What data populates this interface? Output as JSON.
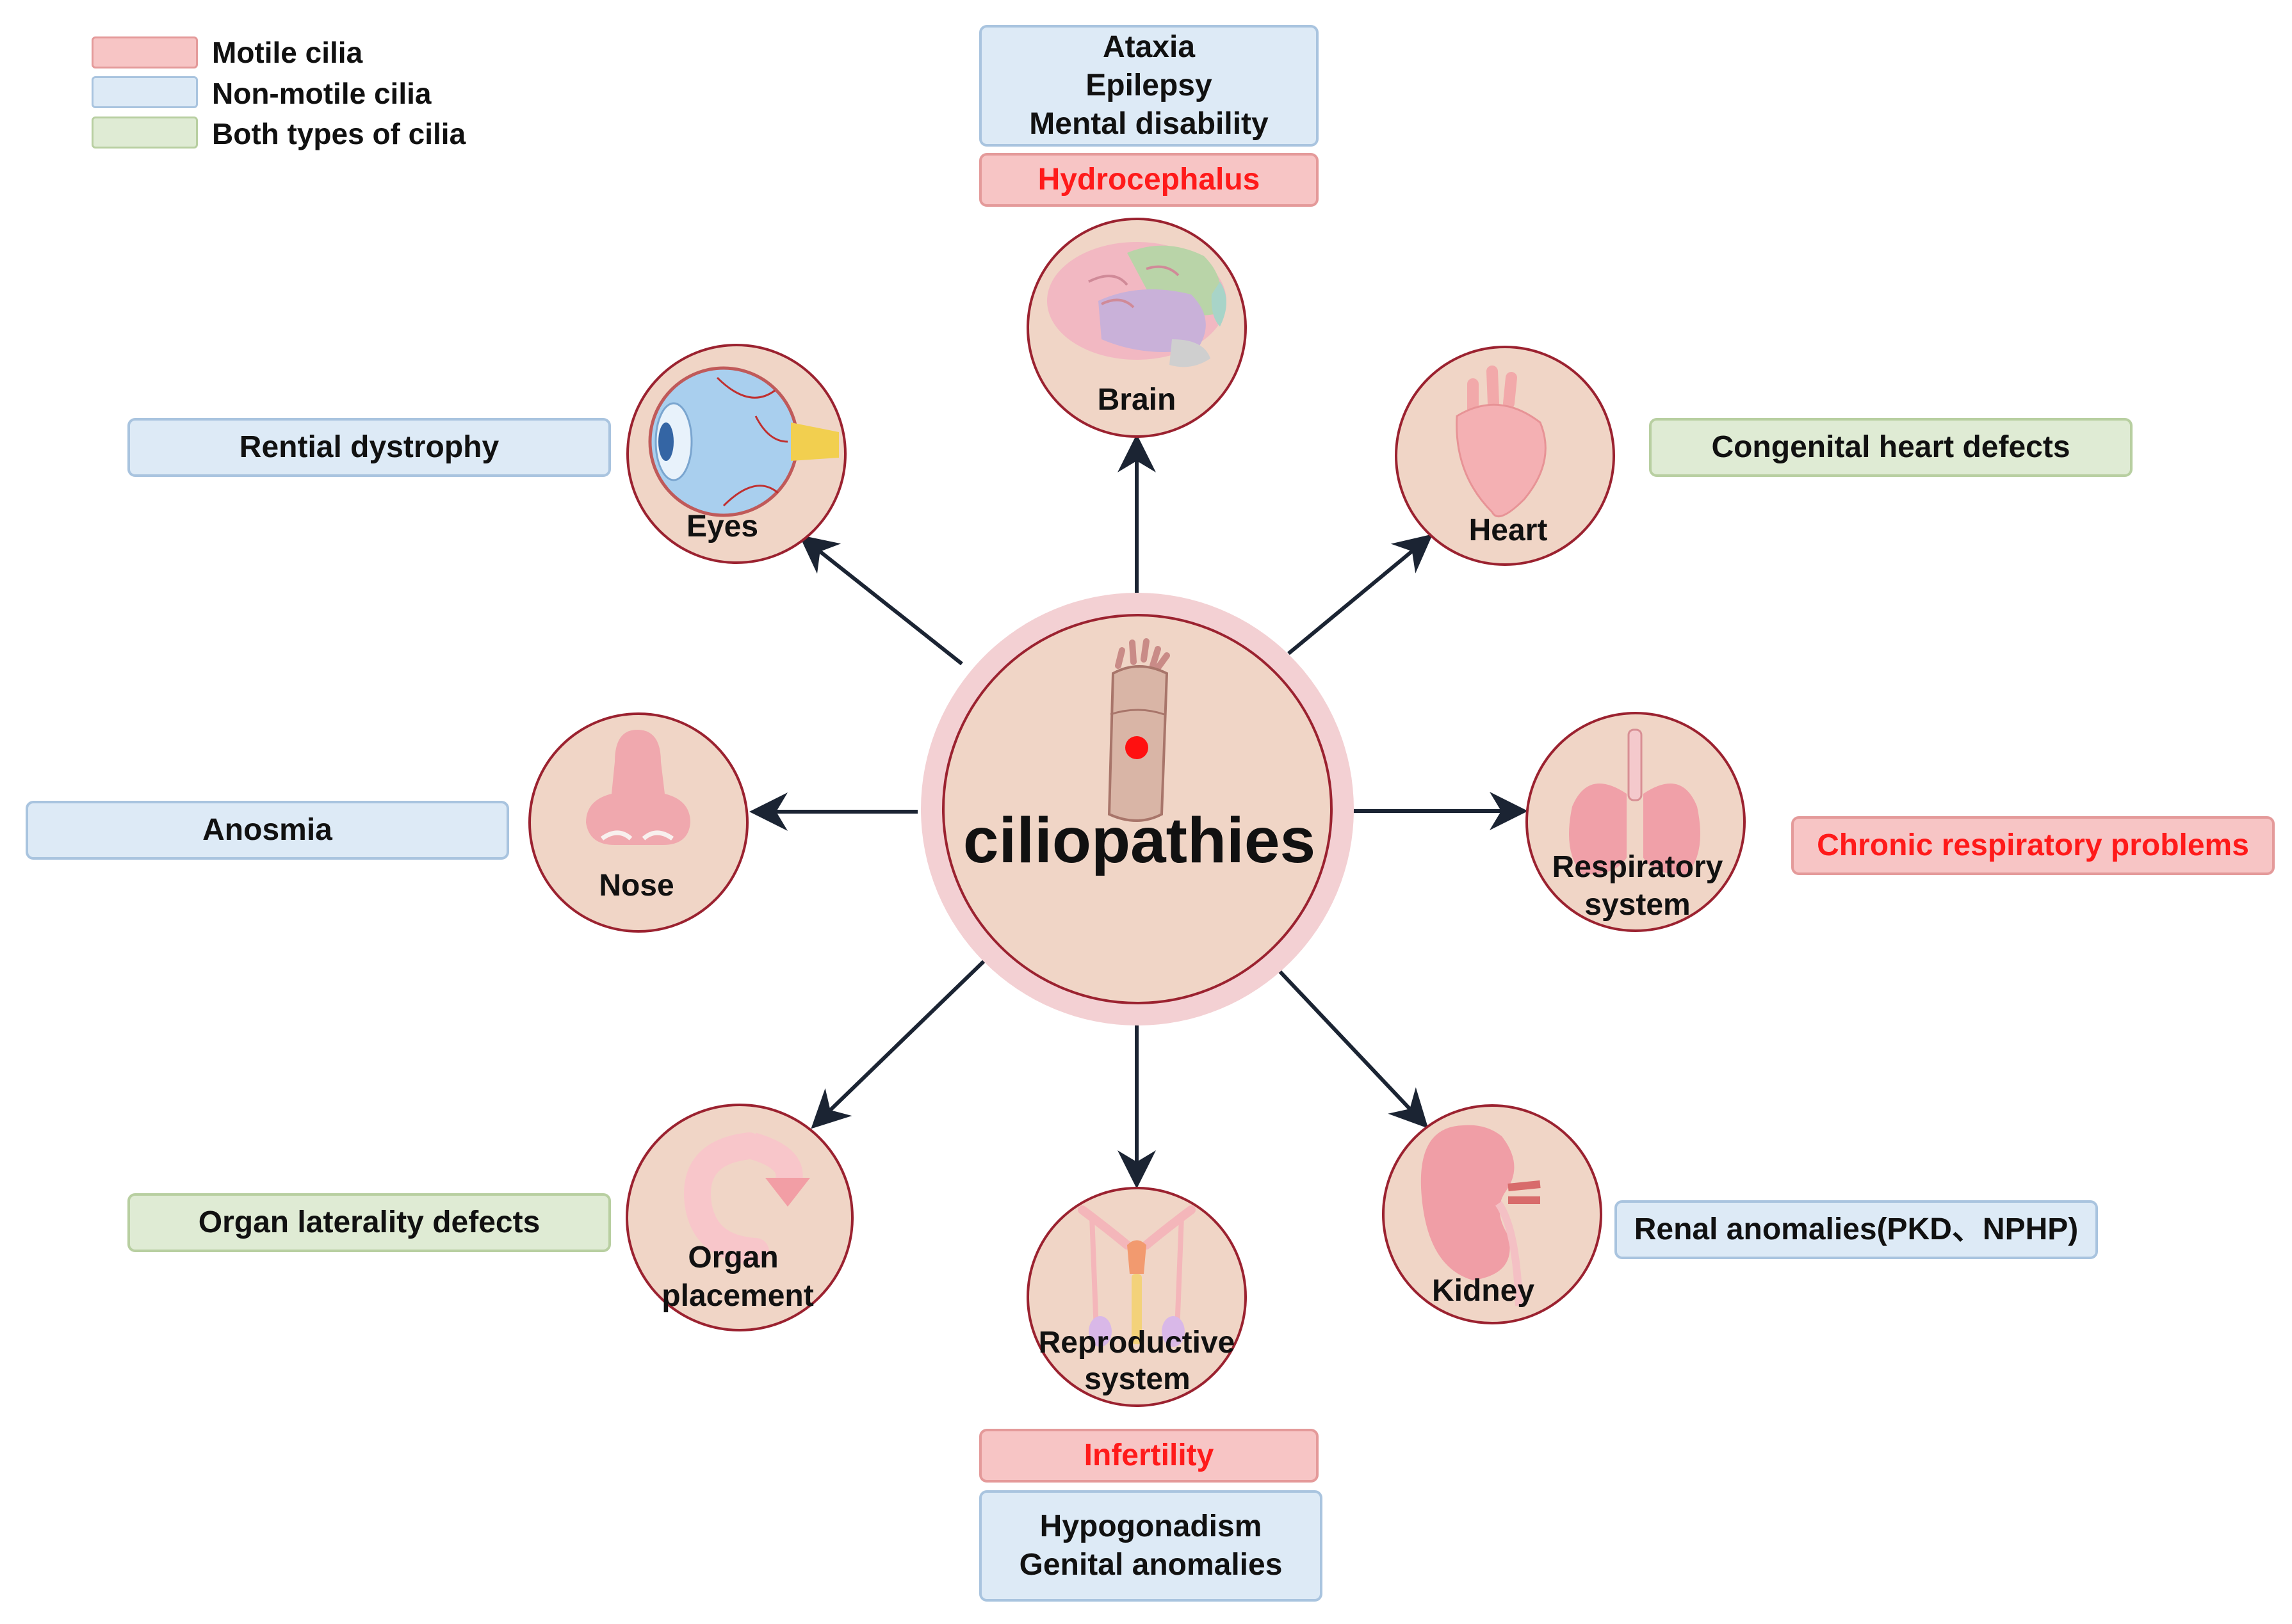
{
  "legend": [
    {
      "label": "Motile cilia",
      "color": "#f7c5c5",
      "border": "#e49a9a"
    },
    {
      "label": "Non-motile cilia",
      "color": "#ddeaf6",
      "border": "#a9c4df"
    },
    {
      "label": "Both types of cilia",
      "color": "#dfebd4",
      "border": "#b8cfa1"
    }
  ],
  "center": {
    "label": "ciliopathies",
    "icon": "cilium-cell-icon"
  },
  "colors": {
    "circle_fill": "#f0d5c6",
    "circle_stroke": "#9b2230",
    "halo": "#f3d0d3",
    "arrow": "#1b2433",
    "motile_text": "#ff1a1a"
  },
  "organs": {
    "brain": {
      "label": "Brain",
      "icon": "brain-icon"
    },
    "eyes": {
      "label": "Eyes",
      "icon": "eye-icon"
    },
    "heart": {
      "label": "Heart",
      "icon": "heart-icon"
    },
    "nose": {
      "label": "Nose",
      "icon": "nose-icon"
    },
    "respiratory": {
      "label_line1": "Respiratory",
      "label_line2": "system",
      "icon": "lungs-icon"
    },
    "organ_placement": {
      "label_line1": "Organ",
      "label_line2": "placement",
      "icon": "rotation-arrow-icon"
    },
    "reproductive": {
      "label_line1": "Reproductive",
      "label_line2": "system",
      "icon": "reproductive-organ-icon"
    },
    "kidney": {
      "label": "Kidney",
      "icon": "kidney-icon"
    }
  },
  "conditions": {
    "brain_non_motile": [
      "Ataxia",
      "Epilepsy",
      "Mental disability"
    ],
    "brain_motile": "Hydrocephalus",
    "eyes": "Rential dystrophy",
    "heart": "Congenital heart defects",
    "nose": "Anosmia",
    "respiratory": "Chronic respiratory problems",
    "organ_placement": "Organ laterality defects",
    "kidney": "Renal anomalies(PKD、NPHP)",
    "reproductive_motile": "Infertility",
    "reproductive_non_motile": [
      "Hypogonadism",
      "Genital anomalies"
    ]
  }
}
